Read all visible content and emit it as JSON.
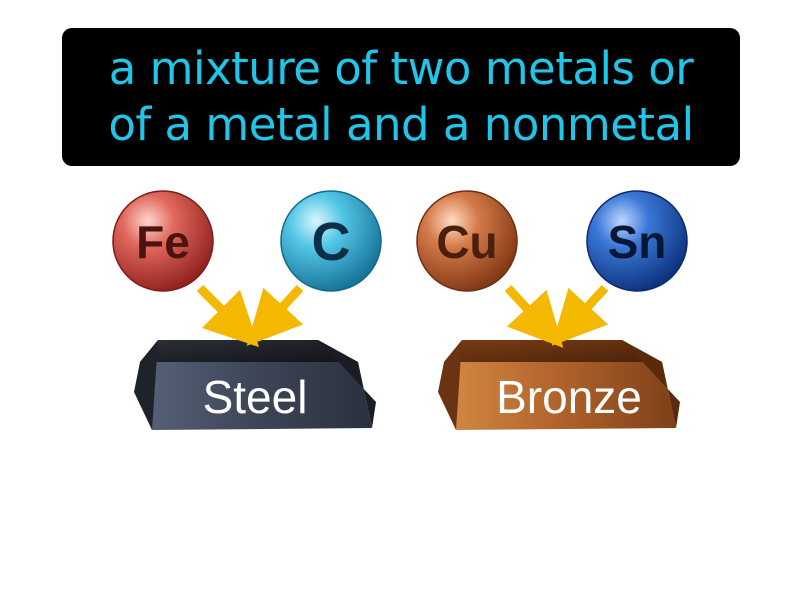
{
  "definition": {
    "line1": "a mixture of two metals or",
    "line2": "of a metal and a nonmetal"
  },
  "alloys": [
    {
      "name": "Steel",
      "color": "#3a4150",
      "elements": [
        {
          "symbol": "Fe",
          "color": "#c9413d",
          "text_color": "#4a1410"
        },
        {
          "symbol": "C",
          "color": "#2fb3d6",
          "text_color": "#0d2f45"
        }
      ]
    },
    {
      "name": "Bronze",
      "color": "#b0622b",
      "elements": [
        {
          "symbol": "Cu",
          "color": "#c06233",
          "text_color": "#4a1f0c"
        },
        {
          "symbol": "Sn",
          "color": "#1d58b8",
          "text_color": "#081735"
        }
      ]
    }
  ],
  "arrow_color": "#f5b800"
}
